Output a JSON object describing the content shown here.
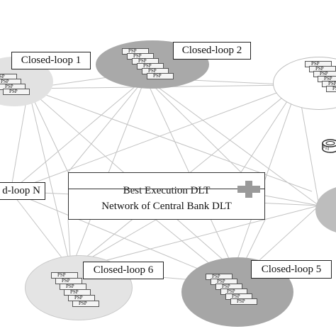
{
  "diagram": {
    "closed_loops": [
      {
        "id": "cl1",
        "label": "Closed-loop 1",
        "cards": [
          "PSP",
          "PSP",
          "PSP",
          "PSP"
        ]
      },
      {
        "id": "cl2",
        "label": "Closed-loop 2",
        "cards": [
          "PSP",
          "PSP",
          "PSP",
          "PSP",
          "PSP",
          "PSP"
        ]
      },
      {
        "id": "cl3",
        "label": "",
        "cards": [
          "PSP",
          "PSP",
          "PSP",
          "PSP",
          "PSP",
          "PSP"
        ]
      },
      {
        "id": "cl4",
        "label": "",
        "cards": []
      },
      {
        "id": "cl5",
        "label": "Closed-loop 5",
        "cards": [
          "PSP",
          "PSP",
          "PSP",
          "PSP",
          "PSP",
          "PSP"
        ]
      },
      {
        "id": "cl6",
        "label": "Closed-loop 6",
        "cards": [
          "PSP",
          "PSP",
          "PSP",
          "PSP",
          "PSP",
          "PSP"
        ]
      },
      {
        "id": "cln",
        "label": "d-loop N",
        "cards": []
      }
    ],
    "center": {
      "top_label": "Best Execution DLT",
      "bottom_label": "Network of Central Bank DLT"
    },
    "icons": [
      "plus-icon",
      "coin-icon"
    ],
    "colors": {
      "ellipse_light": "#e3e3e3",
      "ellipse_mid": "#c4c4c4",
      "ellipse_dark": "#a8a8a8",
      "ellipse_white": "#ffffff",
      "link_line": "#bdbdbd",
      "plus_fill": "#9a9a9a"
    }
  }
}
